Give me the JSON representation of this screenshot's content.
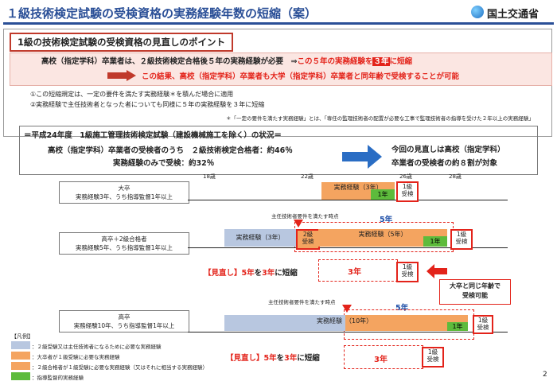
{
  "title": "１級技術検定試験の受検資格の実務経験年数の短縮（案）",
  "logo": {
    "icon": "mlit-logo-icon",
    "text": "国土交通省"
  },
  "point": {
    "header": "1級の技術検定試験の受検資格の見直しのポイント",
    "line1_a": "高校（指定学科）卒業者は、２級技術検定合格後５年の実務経験が必要　⇒",
    "line1_b": "この５年の実務経験を",
    "line1_c": "３年",
    "line1_d": "に短縮",
    "line2": "この結果、高校（指定学科）卒業者も大学（指定学科）卒業者と同年齢で受検することが可能",
    "note1": "①この短縮規定は、一定の要件を満たす実務経験＊を積んだ場合に適用",
    "note2": "②実務経験で主任技術者となった者についても同様に５年の実務経験を３年に短縮",
    "footnote": "＊「一定の要件を満たす実務経験」とは、「専任の監理技術者の配置が必要な工事で監理技術者の指導を受けた２年以上の実務経験」"
  },
  "status": {
    "title": "＝平成24年度　1級施工管理技術検定試験（建設機械施工を除く）の状況＝",
    "line_a": "高校（指定学科）卒業者の受検者のうち　２級技術検定合格者：約46％",
    "line_b": "実務経験のみで受検：約32％",
    "right1": "今回の見直しは高校（指定学科）",
    "right2": "卒業者の受検者の約８割が対象"
  },
  "ages": [
    "18歳",
    "22歳",
    "26歳",
    "28歳"
  ],
  "rows": {
    "daisotsu": {
      "name": "大卒",
      "desc": "実務経験3年、うち指導監督1年以上",
      "exp": "実務経験（3年）",
      "green": "1年",
      "exam": "1級\n受検"
    },
    "kousotsu2": {
      "name": "高卒＋2級合格者",
      "desc": "実務経験5年、うち指導監督1年以上",
      "note": "主任技術者要件を満たす時点",
      "years": "5年",
      "exp3": "実務経験（3年）",
      "pass2": "2級\n受検",
      "exp5": "実務経験（5年）",
      "green": "1年",
      "exam": "1級\n受検"
    },
    "kousotsu": {
      "name": "高卒",
      "desc": "実務経験10年、うち指導監督1年以上",
      "note": "主任技術者要件を満たす時点",
      "years": "5年",
      "exp": "実務経験　（10年）",
      "green": "1年",
      "exam": "1級\n受検"
    }
  },
  "revision": {
    "label_a": "【見直し】",
    "label_b": "5年",
    "label_c": "を",
    "label_d": "3年",
    "label_e": "に短縮",
    "three": "3年",
    "exam": "1級\n受検",
    "callout": "大卒と同じ年齢で\n受検可能"
  },
  "legend": {
    "title": "【凡例】",
    "items": [
      {
        "color": "#b8c7e0",
        "text": "：２級受験又は主任技術者になるために必要な実務経験"
      },
      {
        "color": "#f4a460",
        "text": "：大卒者が１級受験に必要な実務経験"
      },
      {
        "color": "#f4a460",
        "text": "：２級合格者が１級受験に必要な実務経験（又はそれに相当する実務経験）"
      },
      {
        "color": "#5dbb3c",
        "text": "：指導監督的実務経験"
      }
    ]
  },
  "page_number": "2"
}
